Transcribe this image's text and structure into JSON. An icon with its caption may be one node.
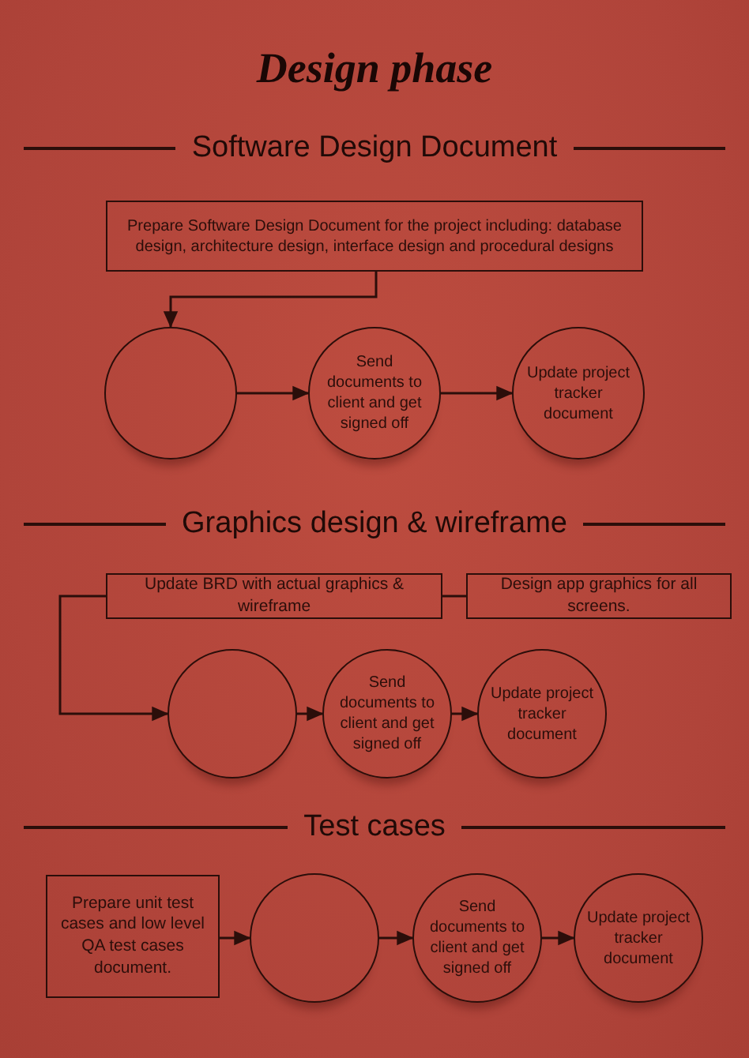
{
  "diagram": {
    "title": "Design phase",
    "nodes": [
      {
        "text": [
          "Prepare Software Design Document for the project including: database design, architecture design, interface design and procedural designs"
        ]
      },
      {
        "text": [],
        "shape": "circle"
      },
      {
        "text": [
          "Send documents to client and get signed off"
        ]
      },
      {
        "text": [
          "Update project tracker document"
        ]
      },
      {
        "text": [
          "Update BRD with actual graphics & wireframe"
        ]
      },
      {
        "text": [
          "Design app graphics for all screens."
        ]
      },
      {
        "text": [],
        "shape": "circle"
      },
      {
        "text": [
          "Send documents to client and get signed off"
        ]
      },
      {
        "text": [
          "Update project tracker document"
        ]
      },
      {
        "text": [
          "Prepare unit test cases and low level QA test cases document."
        ]
      },
      {
        "text": [],
        "shape": "circle"
      },
      {
        "text": [
          "Send documents to client and get signed off"
        ]
      },
      {
        "text": [
          "Update project tracker document"
        ]
      }
    ],
    "edges": [
      {
        "from": 0,
        "to": 1,
        "arrow": "to"
      },
      {
        "from": 1,
        "to": 2,
        "arrow": "to"
      },
      {
        "from": 2,
        "to": 3,
        "arrow": "to"
      },
      {
        "from": 4,
        "to": 5,
        "arrow": "none"
      },
      {
        "from": 4,
        "to": 6,
        "arrow": "to"
      },
      {
        "from": 6,
        "to": 7,
        "arrow": "to"
      },
      {
        "from": 7,
        "to": 8,
        "arrow": "to"
      },
      {
        "from": 9,
        "to": 10,
        "arrow": "to"
      },
      {
        "from": 10,
        "to": 11,
        "arrow": "to"
      },
      {
        "from": 11,
        "to": 12,
        "arrow": "to"
      }
    ],
    "labels": [
      "Software Design Document",
      "Graphics design & wireframe",
      "Test cases"
    ]
  }
}
